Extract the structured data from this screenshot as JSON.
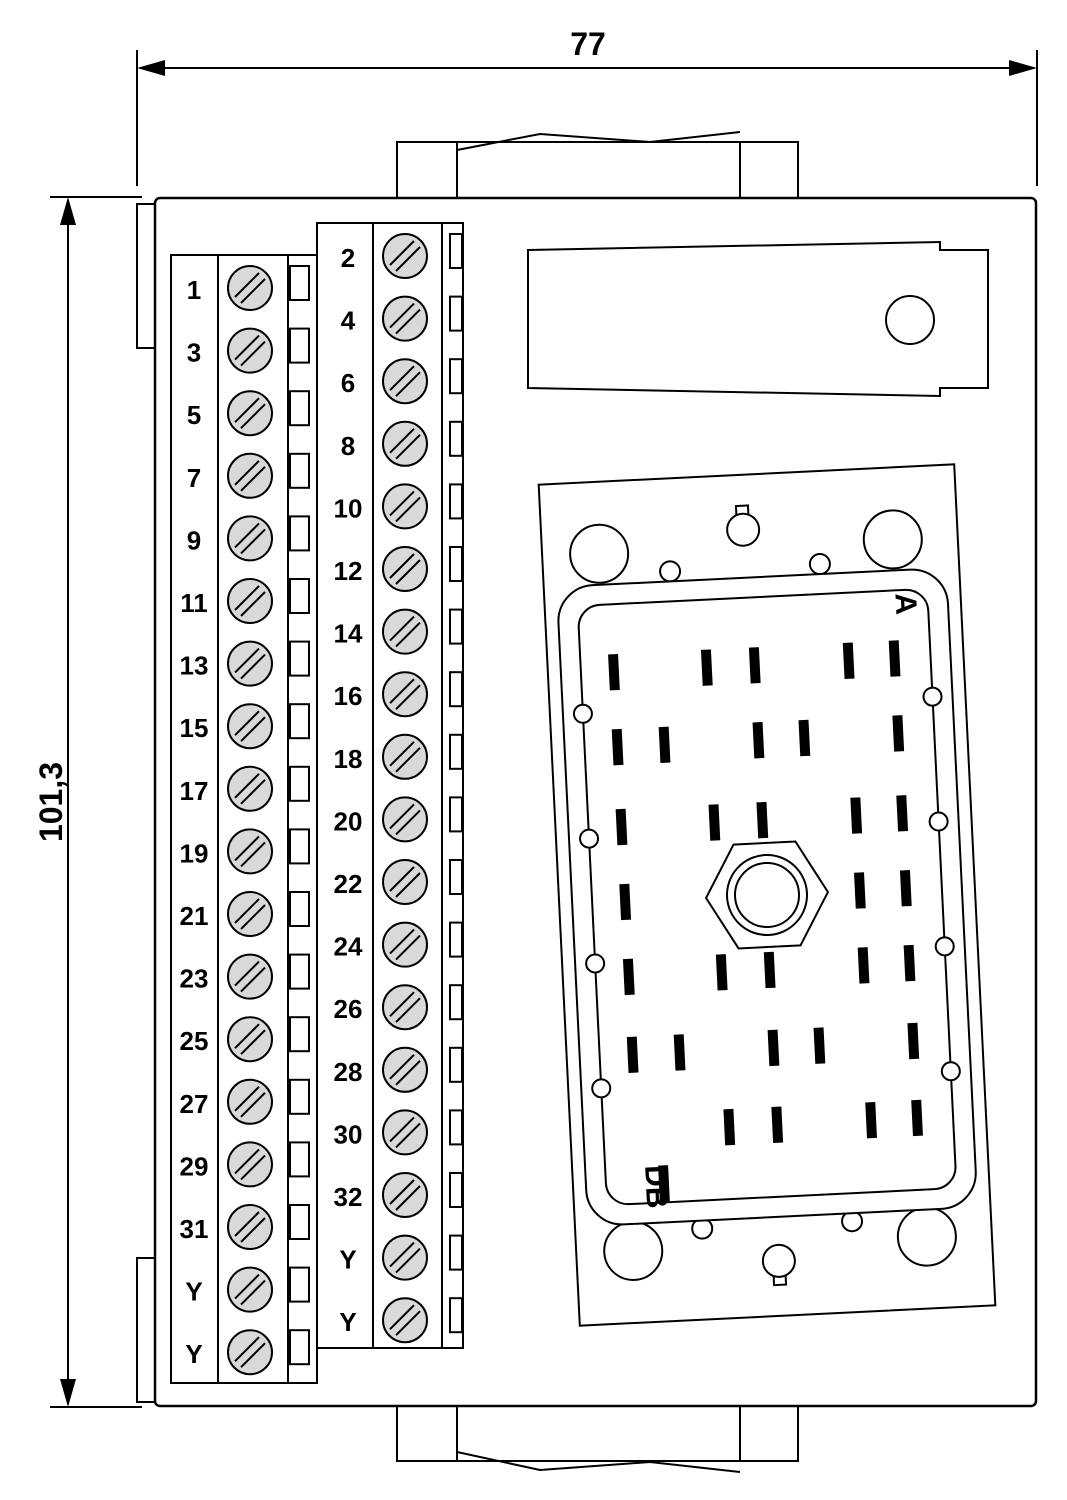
{
  "dimensions": {
    "width_label": "77",
    "height_label": "101,3"
  },
  "terminals": {
    "left_column": [
      "1",
      "3",
      "5",
      "7",
      "9",
      "11",
      "13",
      "15",
      "17",
      "19",
      "21",
      "23",
      "25",
      "27",
      "29",
      "31",
      "Y",
      "Y"
    ],
    "right_column": [
      "2",
      "4",
      "6",
      "8",
      "10",
      "12",
      "14",
      "16",
      "18",
      "20",
      "22",
      "24",
      "26",
      "28",
      "30",
      "32",
      "Y",
      "Y"
    ]
  },
  "connector": {
    "corner_label_top": "A",
    "corner_label_bottom": "DB"
  },
  "colors": {
    "line": "#000000",
    "screw_fill": "#d9d9d9",
    "connector_fill": "#ffffff",
    "background": "#ffffff"
  }
}
